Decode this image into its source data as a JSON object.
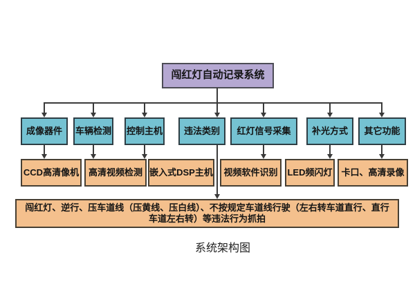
{
  "diagram": {
    "root": {
      "label": "闯红灯自动记录系统"
    },
    "level2": [
      {
        "label": "成像器件"
      },
      {
        "label": "车辆检测"
      },
      {
        "label": "控制主机"
      },
      {
        "label": "违法类别"
      },
      {
        "label": "红灯信号采集"
      },
      {
        "label": "补光方式"
      },
      {
        "label": "其它功能"
      }
    ],
    "level3": [
      {
        "label": "CCD高清像机"
      },
      {
        "label": "高清视频检测"
      },
      {
        "label": "嵌入式DSP主机"
      },
      {
        "label": "视频软件识别"
      },
      {
        "label": "LED频闪灯"
      },
      {
        "label": "卡口、高清录像"
      }
    ],
    "violations": {
      "label": "闯红灯、逆行、压车道线（压黄线、压白线）、不按规定车道线行驶（左右转车道直行、直行车道左右转）等违法行为抓拍"
    },
    "caption": "系统架构图"
  },
  "colors": {
    "root_fill": "#b5a8d2",
    "level2_fill": "#75c2d2",
    "level3_fill": "#f4c08d",
    "border": "#3f3f46",
    "line": "#3a3a3a",
    "text": "#141414",
    "background": "#ffffff"
  }
}
